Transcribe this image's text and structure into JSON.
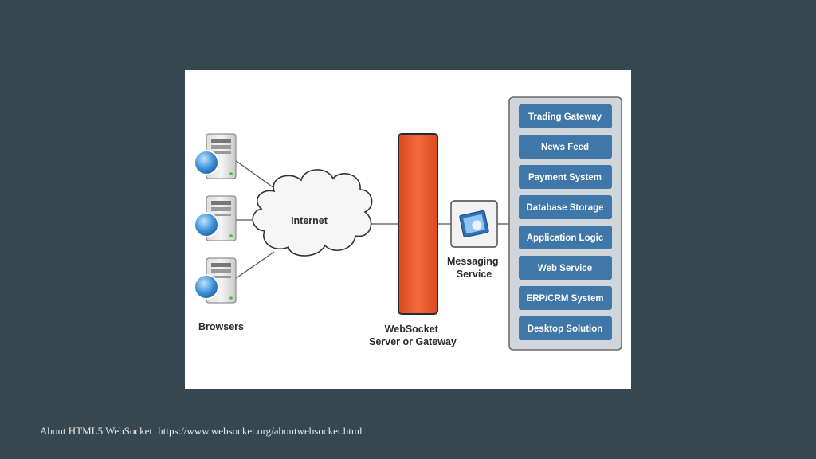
{
  "diagram": {
    "browsers_label": "Browsers",
    "internet_label": "Internet",
    "gateway_label": [
      "WebSocket",
      "Server or Gateway"
    ],
    "messaging_label": [
      "Messaging",
      "Service"
    ],
    "services": [
      "Trading Gateway",
      "News Feed",
      "Payment System",
      "Database Storage",
      "Application Logic",
      "Web Service",
      "ERP/CRM System",
      "Desktop Solution"
    ],
    "colors": {
      "gateway": "#e8552a",
      "service": "#3f78a8",
      "panel": "#cfd5da"
    }
  },
  "caption": {
    "title": "About HTML5 WebSocket",
    "url": "https://www.websocket.org/aboutwebsocket.html"
  }
}
